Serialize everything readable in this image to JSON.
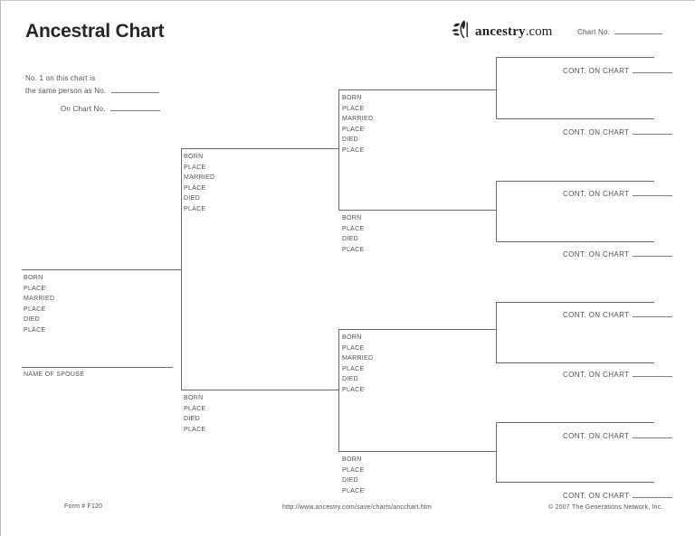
{
  "header": {
    "title": "Ancestral Chart",
    "logo": {
      "icon": "leaf-ornament-icon",
      "brand": "ancestry",
      "suffix": ".com"
    },
    "chart_no_label": "Chart No."
  },
  "intro": {
    "line1": "No. 1 on this chart is",
    "line2": "the same person as No.",
    "line3": "On Chart No."
  },
  "labels": {
    "born": "BORN",
    "place": "PLACE",
    "married": "MARRIED",
    "died": "DIED",
    "spouse": "NAME OF SPOUSE",
    "cont_on_chart": "CONT. ON CHART"
  },
  "footer": {
    "form_number": "Form # F120",
    "url": "http://www.ancestry.com/save/charts/ancchart.htm",
    "copyright": "© 2007 The Generations Network, Inc."
  },
  "colors": {
    "line": "#6a6b6e",
    "text": "#515256",
    "title": "#26262a"
  }
}
